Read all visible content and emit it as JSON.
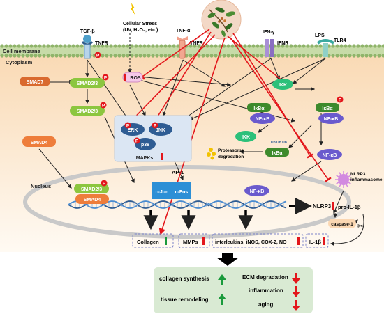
{
  "membrane": {
    "label": "Cell membrane",
    "cytoplasm": "Cytoplasm",
    "nucleus": "Nucleus"
  },
  "receptors": {
    "tgfb": "TGF-β",
    "tnfr_left": "TNFR",
    "stress_line1": "Cellular Stress",
    "stress_line2": "(UV, H₂O₂, etc.)",
    "tnfa": "TNF-α",
    "tnfr_mid": "TNFR",
    "ifng": "IFN-γ",
    "ifnr": "IFNR",
    "lps": "LPS",
    "tlr4": "TLR4"
  },
  "nodes": {
    "smad7": "SMAD7",
    "smad23_a": "SMAD2/3",
    "smad23_b": "SMAD2/3",
    "smad4": "SMAD4",
    "ros": "ROS",
    "ikk_top": "IKK",
    "ikk_mid": "IKK",
    "ikba_1": "IκBα",
    "nfkb_1": "NF-κB",
    "ikba_2": "IκBα",
    "nfkb_2": "NF-κB",
    "ikba_3": "IκBα",
    "ub": "Ub Ub Ub",
    "nfkb_3": "NF-κB",
    "proteasome_1": "Proteasome",
    "proteasome_2": "degradation",
    "erk": "ERK",
    "jnk": "JNK",
    "p38": "p38",
    "mapks": "MAPKs",
    "ap1": "AP-1",
    "cjun": "c-Jun",
    "cfos": "c-Fos",
    "smad23_nuc": "SMAD2/3",
    "smad4_nuc": "SMAD4",
    "nfkb_nuc": "NF-κB",
    "nlrp3_infl_1": "NLRP3",
    "nlrp3_infl_2": "inflammasome",
    "nlrp3": "NLRP3",
    "pro_il1b": "pro-IL-1β",
    "caspase": "caspase-1",
    "phos": "P"
  },
  "outputs": {
    "collagen": "Collagen",
    "mmps": "MMPs",
    "inflam": "interleukins, iNOS, COX-2, NO",
    "il1b": "IL-1β"
  },
  "summary": {
    "collagen_synthesis": "collagen synthesis",
    "tissue_remodeling": "tissue remodeling",
    "ecm_degradation": "ECM degradation",
    "inflammation": "inflammation",
    "aging": "aging"
  },
  "colors": {
    "cytoplasm_top": "#fbe3c6",
    "cytoplasm_bottom": "#fef6ec",
    "membrane": "#bcd49a",
    "green_node": "#8cc63f",
    "orange_node": "#ee7d3b",
    "blue_node": "#2e5c93",
    "purple_node": "#6a5acd",
    "red_arrow": "#e3161b",
    "summary_bg": "#d9ead3",
    "up_green": "#1a9a3b",
    "down_red": "#e3161b"
  }
}
